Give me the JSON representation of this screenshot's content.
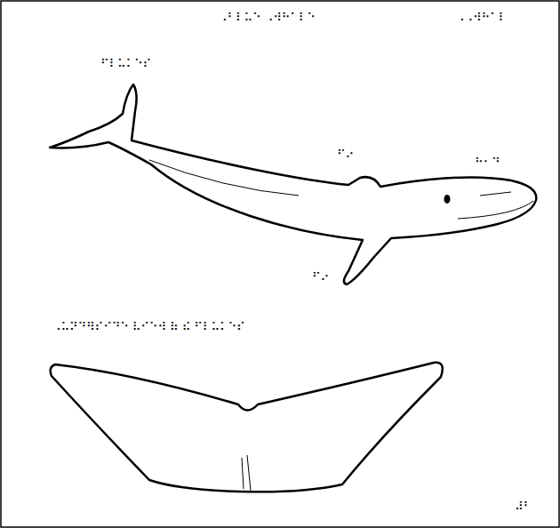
{
  "diagram": {
    "title": "⠠⠃⠇⠥⠑ ⠠⠺⠓⠁⠇⠑",
    "labels": [
      "⠠⠠⠺⠓⠁⠇",
      "⠋⠇⠥⠅⠑⠎",
      "⠋⠔",
      "⠓⠂⠙",
      "⠋⠔",
      "⠠⠥⠝⠙⠻⠎⠊⠙⠑ ⠧⠊⠑⠺ ⠷ ⠮ ⠋⠇⠥⠅⠑⠎",
      "⠼⠃"
    ]
  }
}
